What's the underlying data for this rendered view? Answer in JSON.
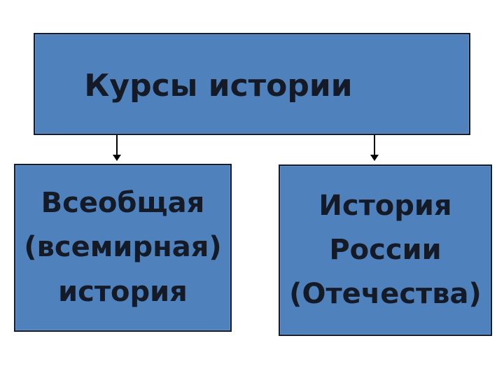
{
  "diagram": {
    "title_slide": "Курсы истории",
    "root": {
      "label": "Курсы истории"
    },
    "children": [
      {
        "label": "Всеобщая\n(всемирная)\nистория"
      },
      {
        "label": "История\nРоссии\n(Отечества)"
      }
    ],
    "connectors": [
      {
        "from": "root",
        "to": "child-0",
        "style": "arrow-down"
      },
      {
        "from": "root",
        "to": "child-1",
        "style": "arrow-down"
      }
    ],
    "colors": {
      "box_fill": "#4f81bd",
      "box_border": "#141c2e",
      "box_inner_highlight": "#6b94c4",
      "text": "#141a26",
      "arrow": "#000000",
      "background": "#ffffff"
    }
  }
}
